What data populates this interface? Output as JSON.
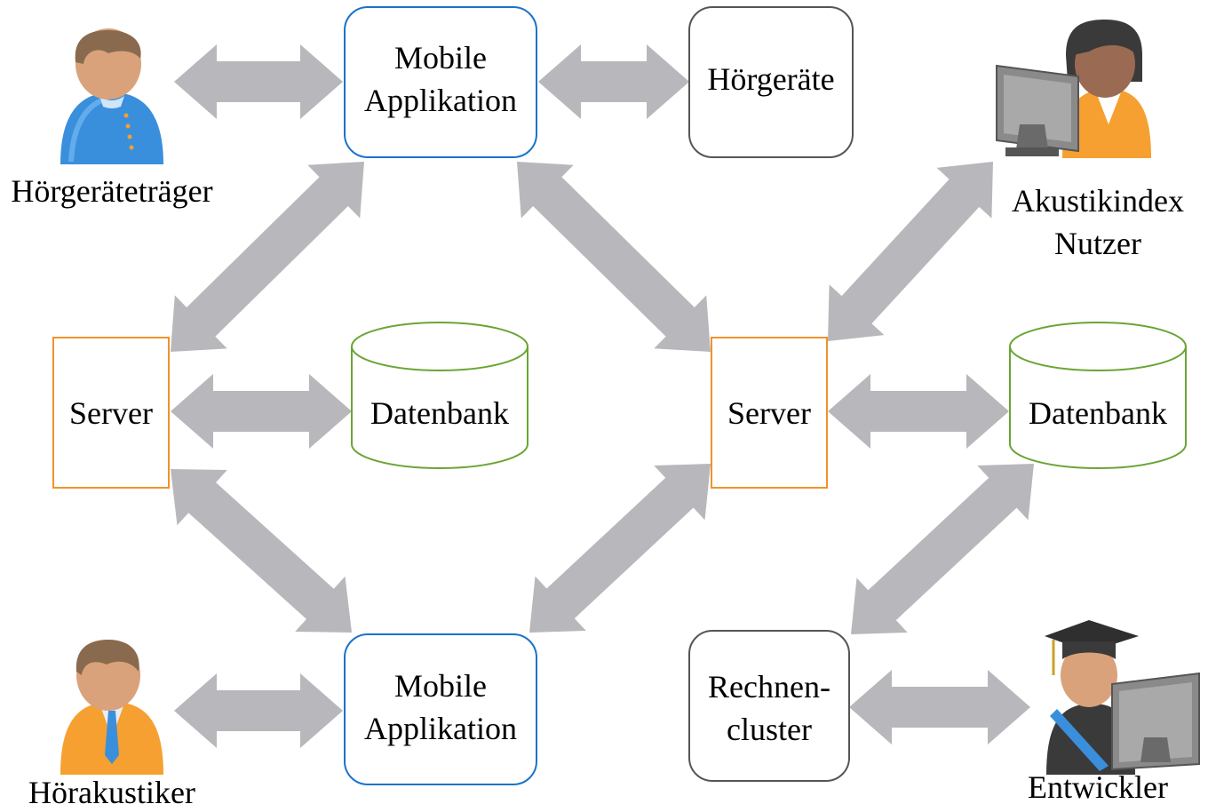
{
  "nodes": {
    "mobile_app_top": {
      "line1": "Mobile",
      "line2": "Applikation",
      "border": "#1a73c8"
    },
    "hoergeraete": {
      "label": "Hörgeräte",
      "border": "#555555"
    },
    "server_left": {
      "label": "Server",
      "border": "#f0932b"
    },
    "datenbank_left": {
      "label": "Datenbank",
      "border": "#6aa534"
    },
    "server_right": {
      "label": "Server",
      "border": "#f0932b"
    },
    "datenbank_right": {
      "label": "Datenbank",
      "border": "#6aa534"
    },
    "mobile_app_bottom": {
      "line1": "Mobile",
      "line2": "Applikation",
      "border": "#1a73c8"
    },
    "rechnencluster": {
      "line1": "Rechnen-",
      "line2": "cluster",
      "border": "#555555"
    }
  },
  "actors": {
    "hoergeraetetraeger": {
      "label": "Hörgeräteträger",
      "icon": "user-icon"
    },
    "akustikindex_nutzer": {
      "line1": "Akustikindex",
      "line2": "Nutzer",
      "icon": "user-with-monitor-icon"
    },
    "hoerakustiker": {
      "label": "Hörakustiker",
      "icon": "user-with-tie-icon"
    },
    "entwickler": {
      "label": "Entwickler",
      "icon": "graduate-with-monitor-icon"
    }
  },
  "colors": {
    "arrow": "#b8b8bc",
    "blue_shirt": "#3a8fdc",
    "orange_shirt": "#f5a030",
    "skin": "#d9a27a",
    "hair": "#8a6a4e"
  }
}
